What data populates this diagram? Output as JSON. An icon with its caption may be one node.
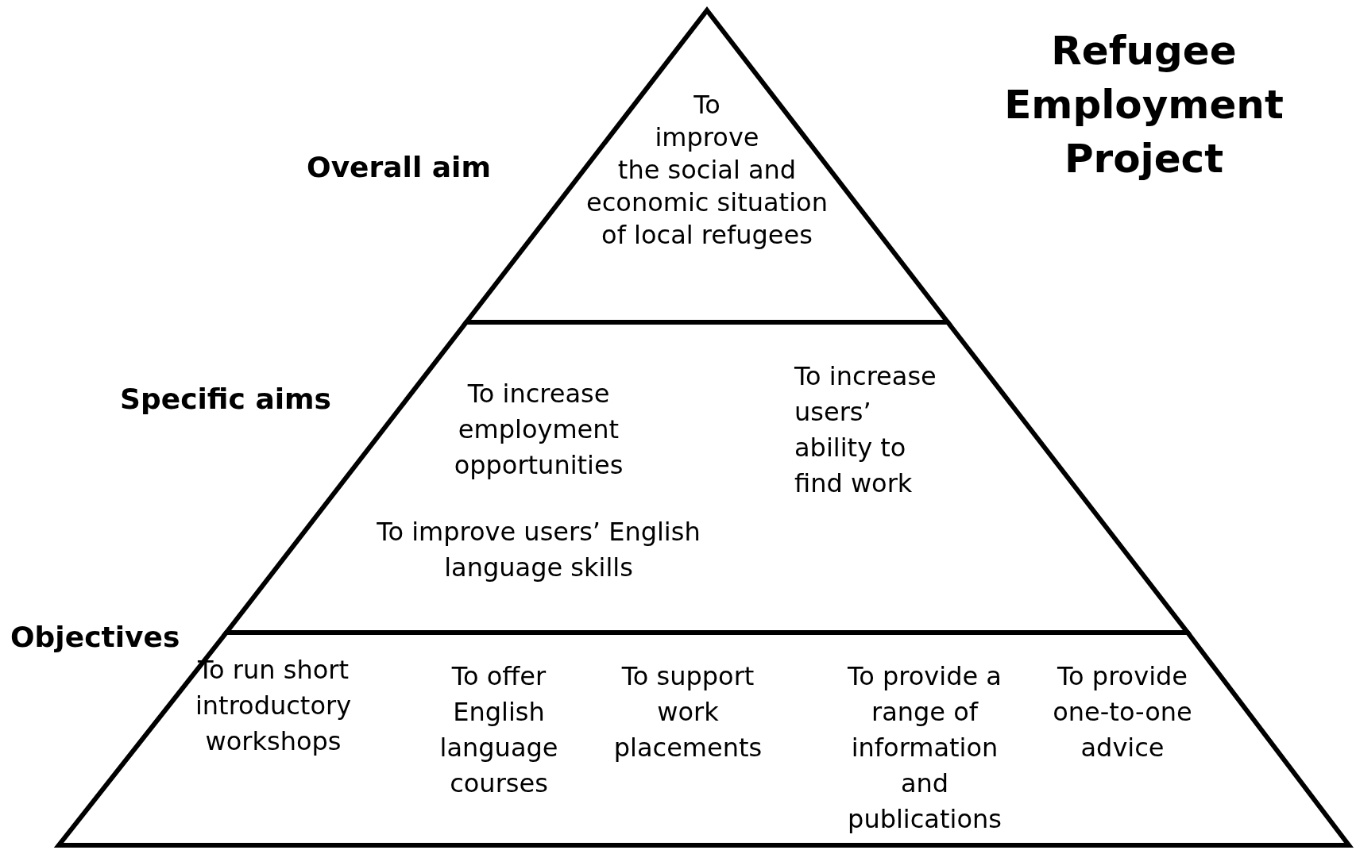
{
  "diagram": {
    "title": "Refugee Employment Project",
    "nodes": [
      {
        "text": [
          "Overall aim",
          "To improve the social and economic situation of local refugees"
        ]
      },
      {
        "text": [
          "Specific aims",
          "To increase employment opportunities",
          "To improve users’ English language skills",
          "To increase users’ ability to find work"
        ]
      },
      {
        "text": [
          "Objectives",
          "To run short introductory workshops",
          "To offer English language courses",
          "To support work placements",
          "To provide a range of information and publications",
          "To provide one-to-one advice"
        ]
      }
    ]
  }
}
